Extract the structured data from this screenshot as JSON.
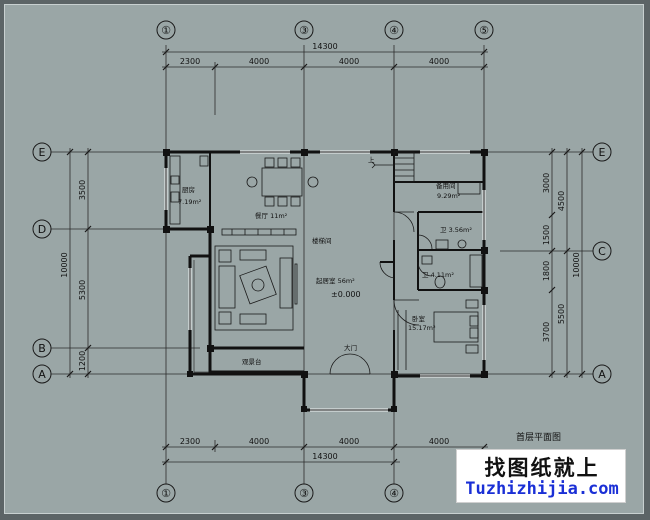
{
  "drawing": {
    "title": "首层平面图",
    "axes_top": [
      "①",
      "③",
      "④",
      "⑤"
    ],
    "axes_bottom": [
      "①",
      "③",
      "④"
    ],
    "axes_left": [
      "E",
      "D",
      "B",
      "A"
    ],
    "axes_right": [
      "E",
      "C",
      "A"
    ],
    "dims_horizontal": {
      "overall_top": "14300",
      "overall_bottom": "14300",
      "top_segments": [
        "2300",
        "4000",
        "4000",
        "4000"
      ],
      "bottom_segments": [
        "2300",
        "4000",
        "4000",
        "4000"
      ]
    },
    "dims_vertical": {
      "left_overall": "10000",
      "left_segments": [
        "3500",
        "5300",
        "1200"
      ],
      "right_overall": "10000",
      "right_segments": [
        "3000",
        "1500",
        "1800",
        "3700"
      ],
      "right_outer": [
        "4500",
        "5500"
      ]
    },
    "rooms": {
      "kitchen_name": "厨房",
      "kitchen_area": "7.19m²",
      "dining": "餐厅 11m²",
      "storage_name": "备用间",
      "storage_area": "9.29m²",
      "bath1": "卫 3.56m²",
      "bath2": "卫 4.11m²",
      "living_name": "起居室 56m²",
      "elevation": "±0.000",
      "bedroom_name": "卧室",
      "bedroom_area": "15.17m²",
      "entrance": "大门",
      "terrace": "观景台",
      "staircase_label": "楼梯间",
      "stair_up": "上"
    }
  },
  "colors": {
    "background": "#9aa6a6",
    "lines": "#1a1a1a",
    "wall": "#111111",
    "dim_lines": "#2b2b2b",
    "watermark_blue": "#1a2fd6"
  },
  "watermark": {
    "chinese": "找图纸就上",
    "url": "Tuzhizhijia.com"
  }
}
